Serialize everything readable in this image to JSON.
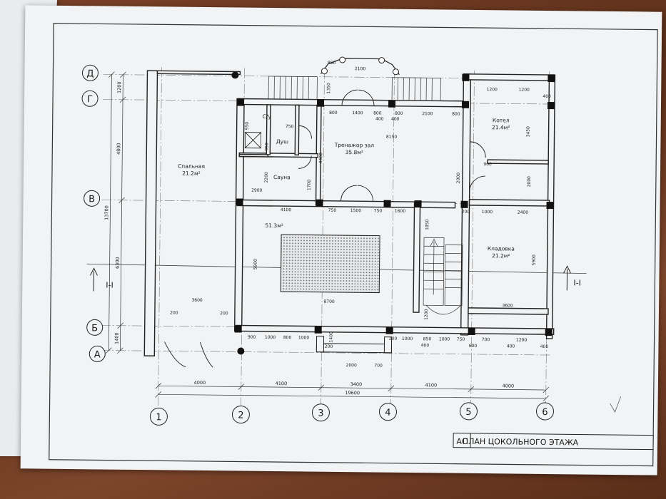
{
  "title_block": {
    "code": "АС",
    "title": "ПЛАН ЦОКОЛЬНОГО ЭТАЖА"
  },
  "axes": {
    "rows": [
      "Д",
      "Г",
      "В",
      "Б",
      "А"
    ],
    "columns": [
      "1",
      "2",
      "3",
      "4",
      "5",
      "6"
    ]
  },
  "section_mark": "I-I",
  "rooms": [
    {
      "name": "Спальная",
      "area": "21.2м²"
    },
    {
      "name": "Тренажор зал",
      "area": "35.8м²"
    },
    {
      "name": "Котел",
      "area": "21.4м²"
    },
    {
      "name": "",
      "area": "51.3м²"
    },
    {
      "name": "Кладовка",
      "area": "21.2м²"
    },
    {
      "name": "С/у",
      "area": ""
    },
    {
      "name": "Душ",
      "area": ""
    },
    {
      "name": "Сауна",
      "area": ""
    }
  ],
  "dims": {
    "bottom_spans": [
      "4000",
      "4100",
      "3400",
      "4100",
      "4000"
    ],
    "bottom_total": "19600",
    "left_outer": "13700",
    "left_parts": [
      "1200",
      "4800",
      "6300",
      "1400"
    ],
    "top_row": [
      "2100",
      "1350",
      "860",
      "800",
      "1400",
      "800",
      "400",
      "800",
      "400",
      "2100",
      "800",
      "1200",
      "1200",
      "400"
    ],
    "inner": [
      "8150",
      "4100",
      "750",
      "1500",
      "750",
      "1600",
      "1850",
      "5900",
      "8700",
      "3600",
      "950",
      "2200",
      "2900",
      "4400",
      "1700",
      "2000",
      "3450",
      "2000",
      "900",
      "1000",
      "2400",
      "5900",
      "3600",
      "200",
      "200",
      "200",
      "200",
      "900",
      "1000",
      "800",
      "1000",
      "1400",
      "200",
      "1000",
      "850",
      "1000",
      "750",
      "700",
      "1200",
      "2000",
      "700",
      "400",
      "600",
      "400",
      "400",
      "1200",
      "950",
      "750"
    ]
  }
}
